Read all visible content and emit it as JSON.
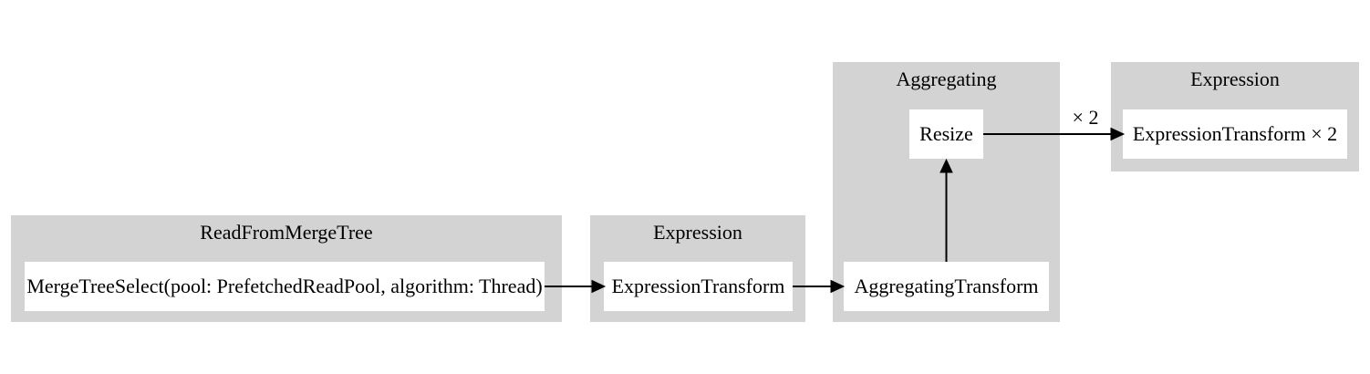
{
  "colors": {
    "background": "#ffffff",
    "cluster_fill": "#d3d3d3",
    "node_fill": "#ffffff",
    "text": "#000000",
    "edge": "#000000"
  },
  "pipeline": {
    "clusters": [
      {
        "label": "ReadFromMergeTree",
        "nodes": [
          "MergeTreeSelect(pool: PrefetchedReadPool, algorithm: Thread)"
        ]
      },
      {
        "label": "Expression",
        "nodes": [
          "ExpressionTransform"
        ]
      },
      {
        "label": "Aggregating",
        "nodes": [
          "Resize",
          "AggregatingTransform"
        ]
      },
      {
        "label": "Expression",
        "nodes": [
          "ExpressionTransform × 2"
        ]
      }
    ],
    "edges": [
      {
        "from": "MergeTreeSelect(pool: PrefetchedReadPool, algorithm: Thread)",
        "to": "ExpressionTransform",
        "label": ""
      },
      {
        "from": "ExpressionTransform",
        "to": "AggregatingTransform",
        "label": ""
      },
      {
        "from": "AggregatingTransform",
        "to": "Resize",
        "label": ""
      },
      {
        "from": "Resize",
        "to": "ExpressionTransform × 2",
        "label": "× 2"
      }
    ]
  }
}
